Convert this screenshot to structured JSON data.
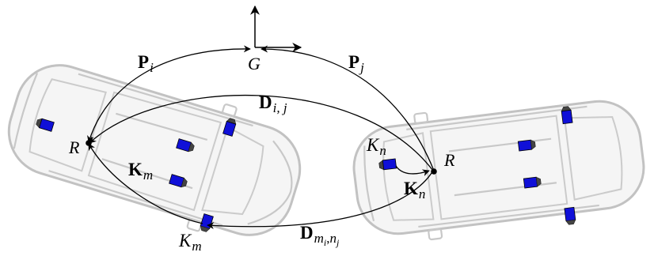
{
  "frames": {
    "global": "G",
    "rig_left": "R",
    "rig_right": "R"
  },
  "transforms": {
    "P_i": {
      "base": "P",
      "sub": "i"
    },
    "P_j": {
      "base": "P",
      "sub": "j"
    },
    "D_ij": {
      "base": "D",
      "sub": "i, j"
    },
    "K_m_arc": {
      "base": "K",
      "sub": "m"
    },
    "K_m_cam": {
      "base": "K",
      "sub": "m"
    },
    "K_n_cam": {
      "base": "K",
      "sub": "n"
    },
    "K_n_arc": {
      "base": "K",
      "sub": "n"
    },
    "D_mn": {
      "base": "D",
      "sub": "m",
      "subsub_m": "i",
      "sub_sep": ",",
      "sub2": "n",
      "subsub_n": "j"
    }
  },
  "colors": {
    "camera": "#1010d8",
    "car_outline": "#c2c2c2",
    "arrows": "#000000"
  }
}
